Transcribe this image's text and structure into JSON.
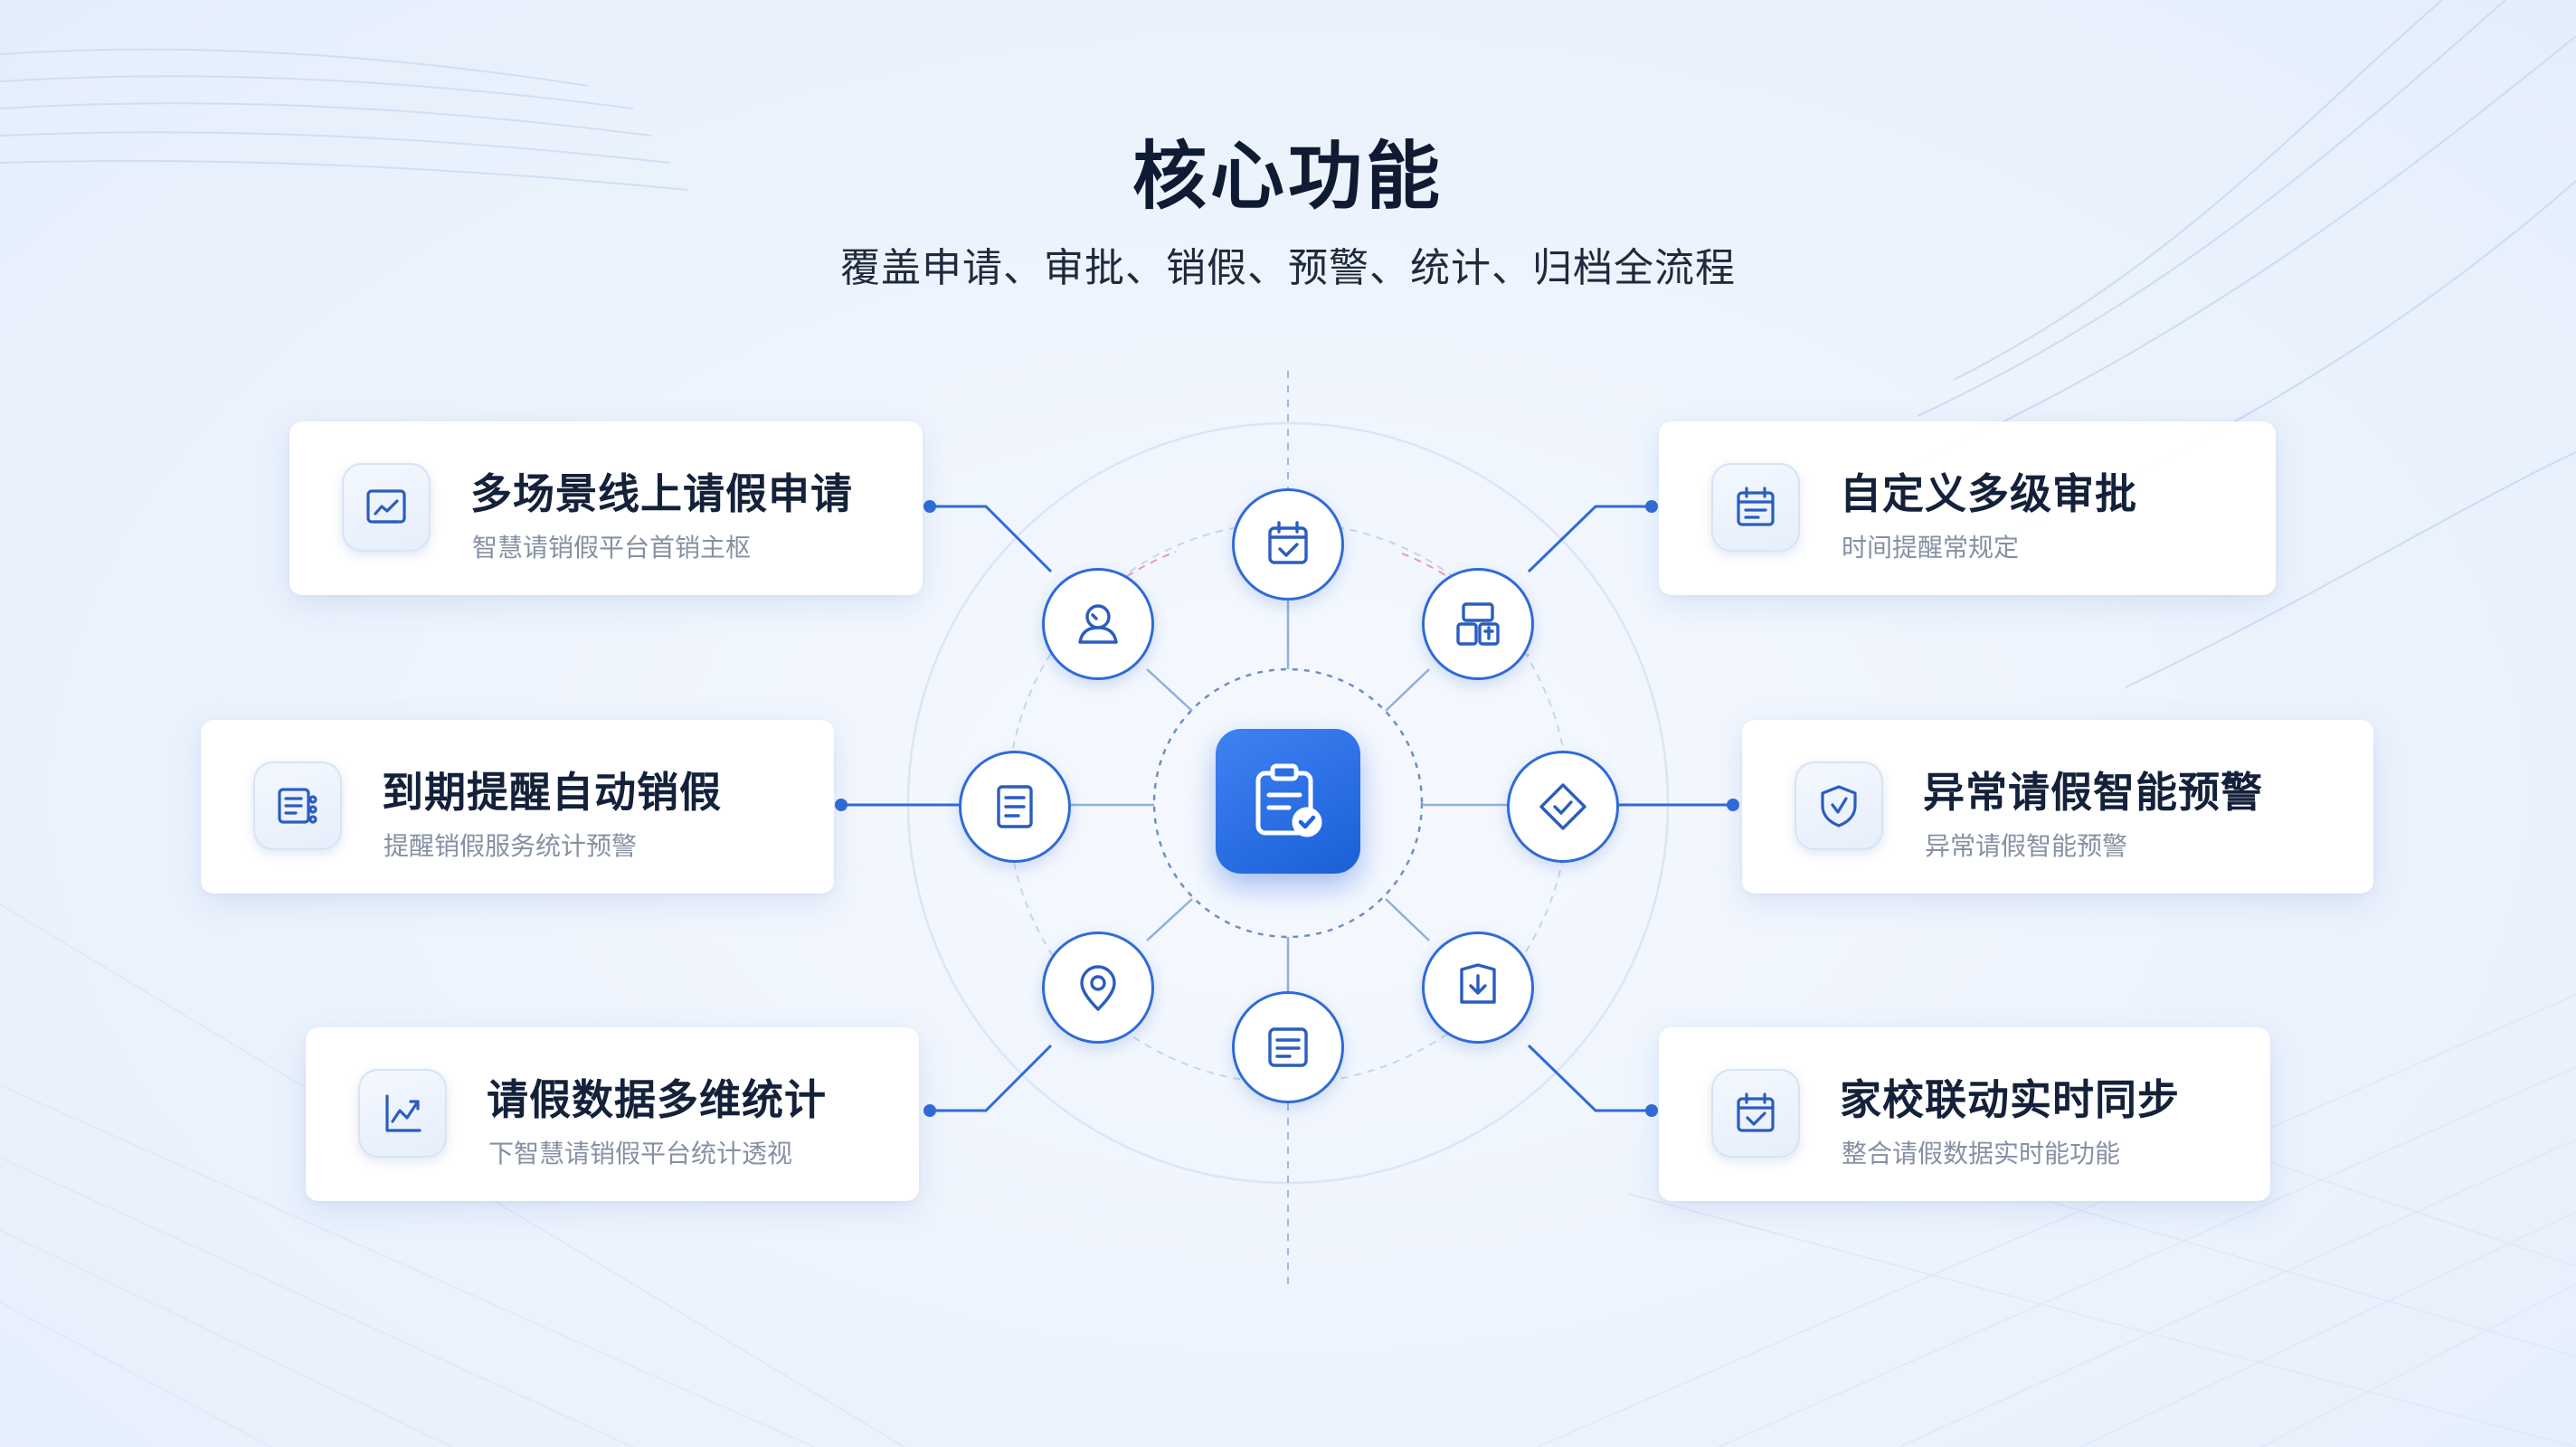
{
  "header": {
    "title": "核心功能",
    "subtitle": "覆盖申请、审批、销假、预警、统计、归档全流程"
  },
  "features": [
    {
      "title": "多场景线上请假申请",
      "desc": "智慧请销假平台首销主枢",
      "icon": "leave-form-icon"
    },
    {
      "title": "到期提醒自动销假",
      "desc": "提醒销假服务统计预警",
      "icon": "list-reminder-icon"
    },
    {
      "title": "请假数据多维统计",
      "desc": "下智慧请销假平台统计透视",
      "icon": "statistics-icon"
    },
    {
      "title": "自定义多级审批",
      "desc": "时间提醒常规定",
      "icon": "approval-calendar-icon"
    },
    {
      "title": "异常请假智能预警",
      "desc": "异常请假智能预警",
      "icon": "shield-alert-icon"
    },
    {
      "title": "家校联动实时同步",
      "desc": "整合请假数据实时能功能",
      "icon": "calendar-check-icon"
    }
  ],
  "hub": {
    "icon": "clipboard-check-icon"
  },
  "ring_nodes": [
    "calendar-check-icon",
    "user-icon",
    "layout-icon",
    "document-icon",
    "diamond-check-icon",
    "location-pin-icon",
    "shield-download-icon",
    "form-icon"
  ],
  "colors": {
    "accent": "#2f6bd8",
    "hub": "#1f63dc",
    "title": "#0f1b33",
    "muted": "#8590a3"
  }
}
